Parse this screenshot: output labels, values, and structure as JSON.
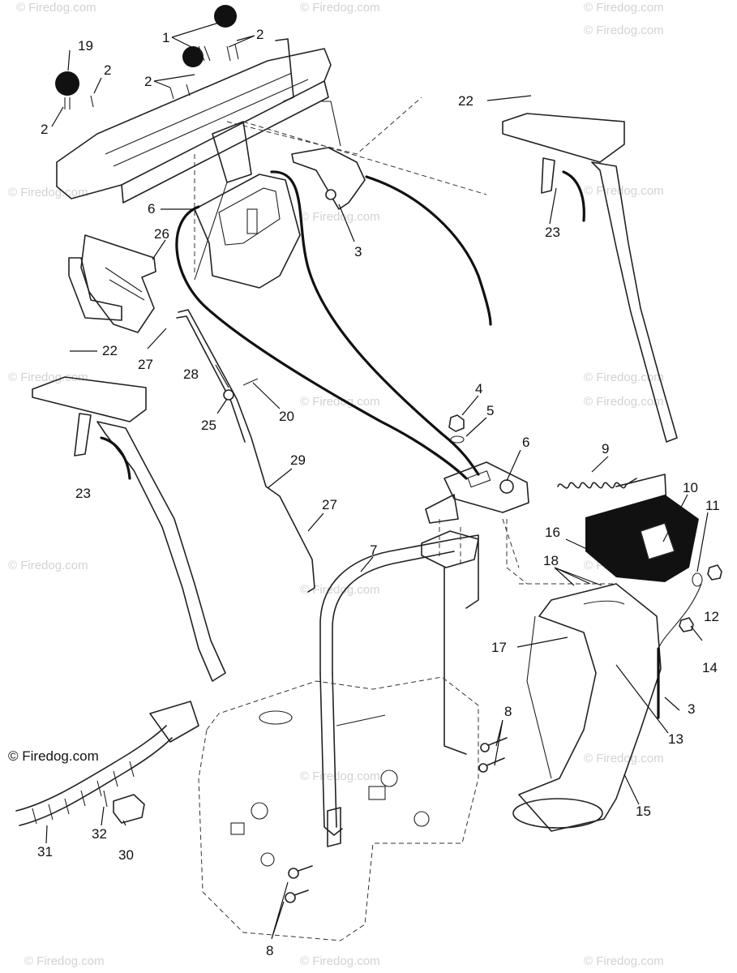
{
  "copyright": "© Firedog.com",
  "watermark": "© Firedog.com",
  "labels": {
    "l1": "1",
    "l2a": "2",
    "l2b": "2",
    "l2c": "2",
    "l2d": "2",
    "l3a": "3",
    "l3b": "3",
    "l4": "4",
    "l5": "5",
    "l6a": "6",
    "l6b": "6",
    "l7": "7",
    "l8a": "8",
    "l8b": "8",
    "l9": "9",
    "l10": "10",
    "l11": "11",
    "l12": "12",
    "l13": "13",
    "l14": "14",
    "l15": "15",
    "l16": "16",
    "l17": "17",
    "l18": "18",
    "l19": "19",
    "l20": "20",
    "l22a": "22",
    "l22b": "22",
    "l23a": "23",
    "l23b": "23",
    "l25": "25",
    "l26": "26",
    "l27a": "27",
    "l27b": "27",
    "l28": "28",
    "l29": "29",
    "l30": "30",
    "l31": "31",
    "l32": "32"
  }
}
